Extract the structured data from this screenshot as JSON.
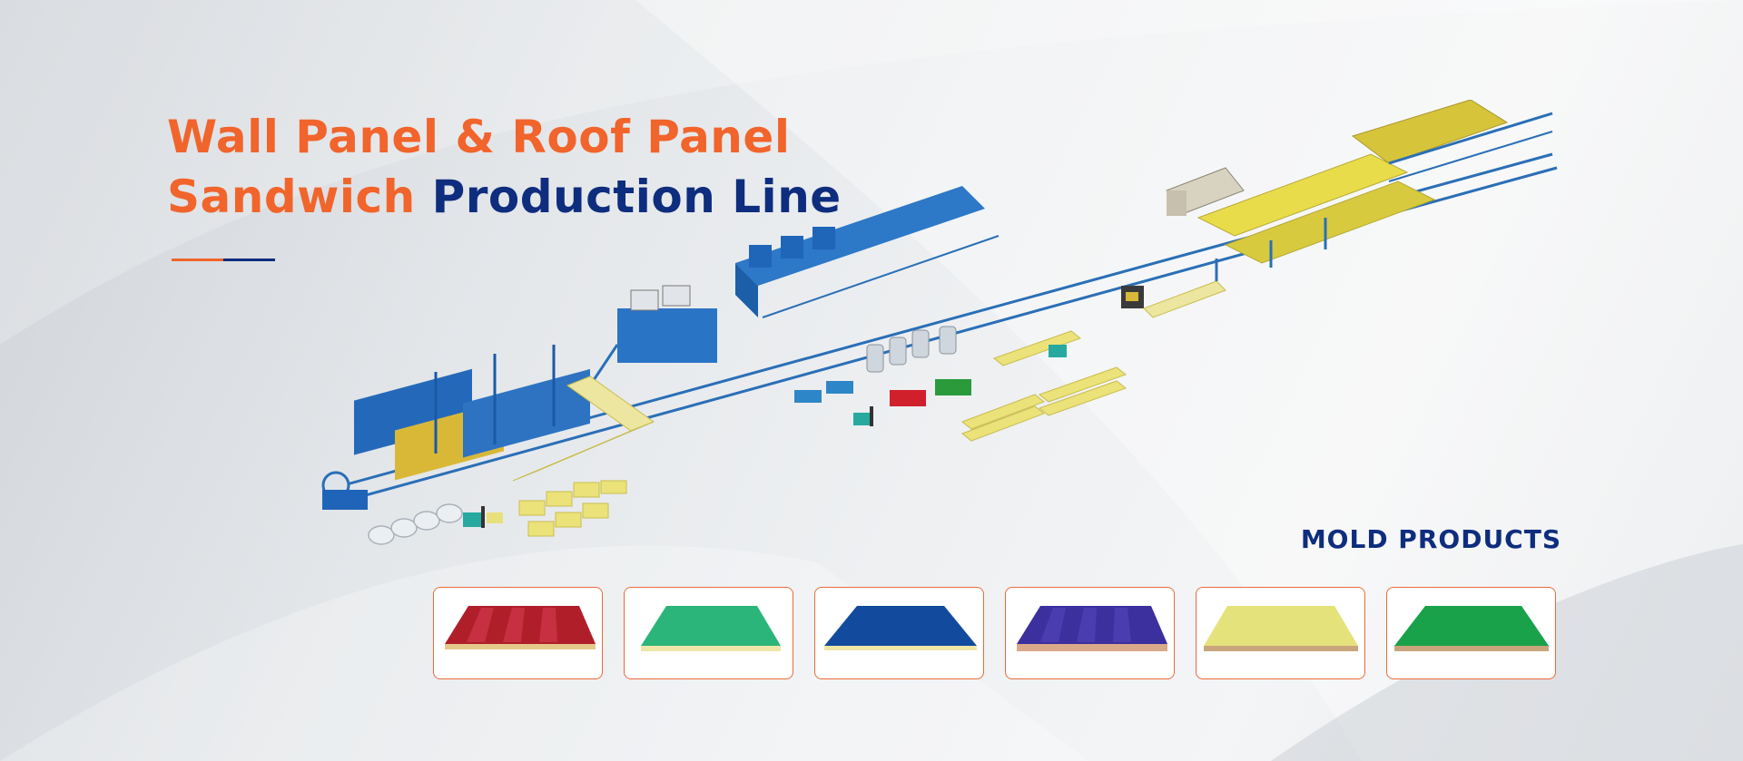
{
  "headline": {
    "line1": "Wall Panel & Roof Panel",
    "line2_orange": "Sandwich",
    "line2_navy": "Production Line"
  },
  "mold_section": {
    "title": "MOLD PRODUCTS"
  },
  "colors": {
    "orange": "#f1642b",
    "navy": "#0e2d7e",
    "card_border": "#ec6a3a"
  },
  "products": [
    {
      "name": "red-corrugated-roof-panel",
      "color": "#b01e2a",
      "style": "corrugated"
    },
    {
      "name": "green-flat-wall-panel",
      "color": "#2bb57a",
      "style": "flat"
    },
    {
      "name": "blue-flat-wall-panel",
      "color": "#124a9e",
      "style": "flat"
    },
    {
      "name": "purple-corrugated-roof-panel",
      "color": "#3c2f9e",
      "style": "corrugated"
    },
    {
      "name": "yellow-flat-wall-panel",
      "color": "#e4e27a",
      "style": "flat"
    },
    {
      "name": "green-flat-panel",
      "color": "#19a24a",
      "style": "flat"
    }
  ]
}
